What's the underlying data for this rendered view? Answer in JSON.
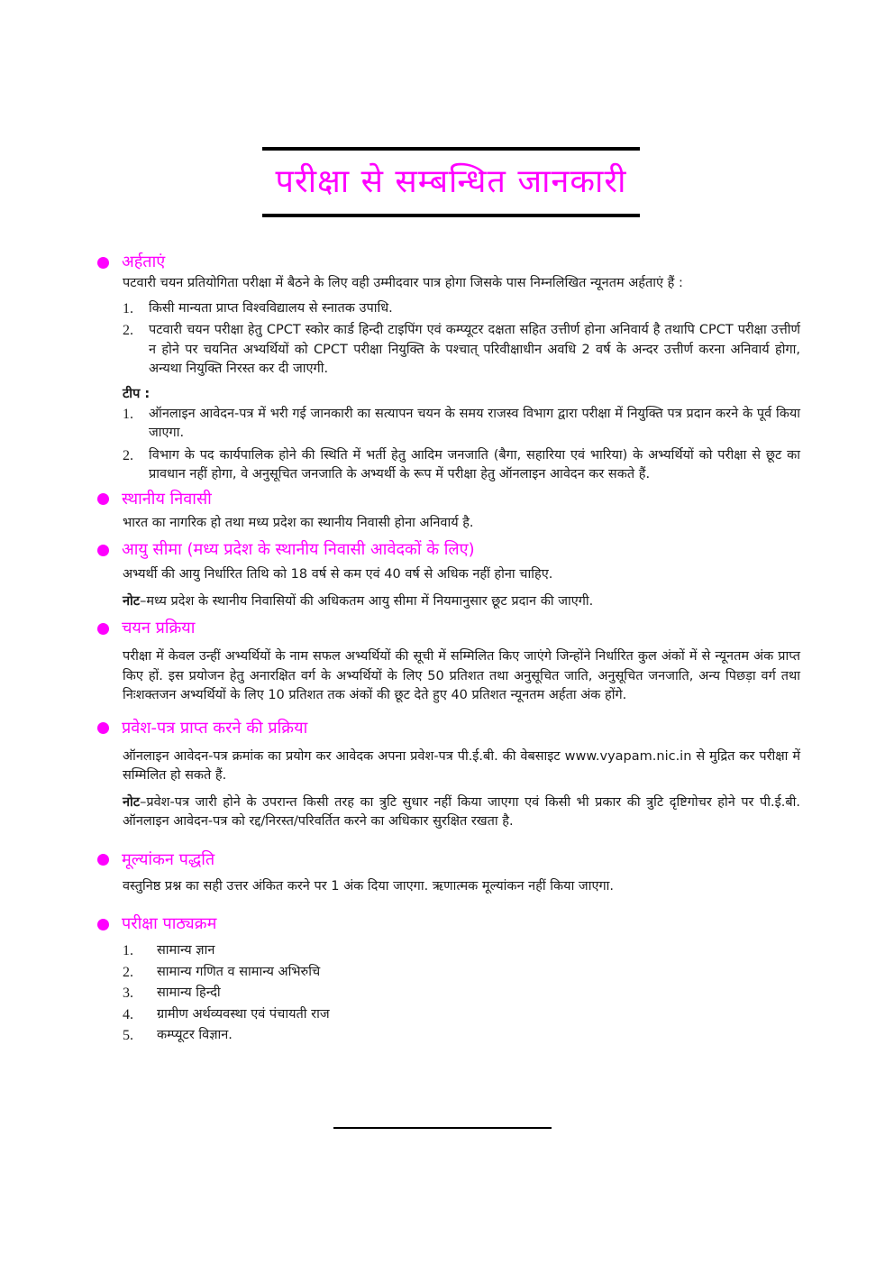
{
  "title": "परीक्षा से सम्बन्धित जानकारी",
  "colors": {
    "accent": "#ff00ff",
    "text": "#1a1a1a",
    "rule": "#000000"
  },
  "sections": {
    "eligibility": {
      "heading": "अर्हताएं",
      "intro": "पटवारी चयन प्रतियोगिता परीक्षा में बैठने के लिए वही उम्मीदवार पात्र होगा जिसके पास निम्नलिखित न्यूनतम अर्हताएं हैं :",
      "items": [
        {
          "num": "1.",
          "text": "किसी मान्यता प्राप्त विश्वविद्यालय से स्नातक उपाधि."
        },
        {
          "num": "2.",
          "text": "पटवारी चयन परीक्षा हेतु CPCT स्कोर कार्ड हिन्दी टाइपिंग एवं कम्प्यूटर दक्षता सहित उत्तीर्ण होना अनिवार्य है तथापि CPCT परीक्षा उत्तीर्ण न होने पर चयनित अभ्यर्थियों को CPCT परीक्षा नियुक्ति के पश्चात् परिवीक्षाधीन अवधि 2 वर्ष के अन्दर उत्तीर्ण करना अनिवार्य होगा, अन्यथा नियुक्ति निरस्त कर दी जाएगी."
        }
      ],
      "tip_label": "टीप :",
      "tips": [
        {
          "num": "1.",
          "text": "ऑनलाइन आवेदन-पत्र में भरी गई जानकारी का सत्यापन चयन के समय राजस्व विभाग द्वारा परीक्षा में नियुक्ति पत्र प्रदान करने के पूर्व किया जाएगा."
        },
        {
          "num": "2.",
          "text": "विभाग के पद कार्यपालिक होने की स्थिति में भर्ती हेतु आदिम जनजाति (बैगा, सहारिया एवं भारिया) के अभ्यर्थियों को परीक्षा से छूट का प्रावधान नहीं होगा, वे अनुसूचित जनजाति के अभ्यर्थी के रूप में परीक्षा हेतु ऑनलाइन आवेदन कर सकते हैं."
        }
      ]
    },
    "residence": {
      "heading": "स्थानीय निवासी",
      "text": "भारत का नागरिक हो तथा मध्य प्रदेश का स्थानीय निवासी होना अनिवार्य है."
    },
    "age_limit": {
      "heading": "आयु सीमा (मध्य प्रदेश के स्थानीय निवासी आवेदकों के लिए)",
      "text": "अभ्यर्थी की आयु निर्धारित तिथि को 18 वर्ष से कम एवं 40 वर्ष से अधिक नहीं होना चाहिए.",
      "note_label": "नोट",
      "note_text": "–मध्य प्रदेश के स्थानीय निवासियों की अधिकतम आयु सीमा में नियमानुसार छूट प्रदान की जाएगी."
    },
    "selection": {
      "heading": "चयन प्रक्रिया",
      "text": "परीक्षा में केवल उन्हीं अभ्यर्थियों के नाम सफल अभ्यर्थियों की सूची में सम्मिलित किए जाएंगे जिन्होंने निर्धारित कुल अंकों में से न्यूनतम अंक प्राप्त किए हों. इस प्रयोजन हेतु अनारक्षित वर्ग के अभ्यर्थियों के लिए 50 प्रतिशत तथा अनुसूचित जाति, अनुसूचित जनजाति, अन्य पिछड़ा वर्ग तथा निःशक्तजन अभ्यर्थियों के लिए 10 प्रतिशत तक अंकों की छूट देते हुए 40 प्रतिशत न्यूनतम अर्हता अंक होंगे."
    },
    "admit_card": {
      "heading": "प्रवेश-पत्र प्राप्त करने की प्रक्रिया",
      "text": "ऑनलाइन आवेदन-पत्र क्रमांक का प्रयोग कर आवेदक अपना प्रवेश-पत्र पी.ई.बी. की वेबसाइट www.vyapam.nic.in से मुद्रित कर परीक्षा में सम्मिलित हो सकते हैं.",
      "note_label": "नोट",
      "note_text": "–प्रवेश-पत्र जारी होने के उपरान्त किसी तरह का त्रुटि सुधार नहीं किया जाएगा एवं किसी भी प्रकार की त्रुटि दृष्टिगोचर होने पर पी.ई.बी. ऑनलाइन आवेदन-पत्र को रद्द/निरस्त/परिवर्तित करने का अधिकार सुरक्षित रखता है."
    },
    "evaluation": {
      "heading": "मूल्यांकन पद्धति",
      "text": "वस्तुनिष्ठ प्रश्न का सही उत्तर अंकित करने पर 1 अंक दिया जाएगा. ऋणात्मक मूल्यांकन नहीं किया जाएगा."
    },
    "syllabus": {
      "heading": "परीक्षा पाठ्यक्रम",
      "items": [
        {
          "num": "1.",
          "text": "सामान्य ज्ञान"
        },
        {
          "num": "2.",
          "text": "सामान्य गणित व सामान्य अभिरुचि"
        },
        {
          "num": "3.",
          "text": "सामान्य हिन्दी"
        },
        {
          "num": "4.",
          "text": "ग्रामीण अर्थव्यवस्था एवं पंचायती राज"
        },
        {
          "num": "5.",
          "text": "कम्प्यूटर विज्ञान."
        }
      ]
    }
  }
}
